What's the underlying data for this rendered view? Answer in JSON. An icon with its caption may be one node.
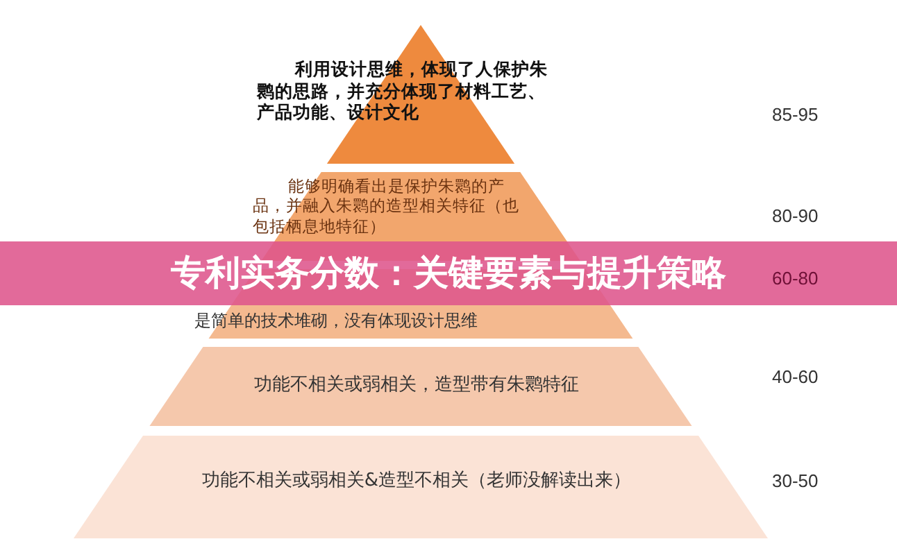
{
  "diagram": {
    "title": "专利实务分数：关键要素与提升策略",
    "nodes": [
      {
        "text": [
          "利用设计思维，体现了人保护朱鹮的思路，并充分体现了材料工艺、产品功能、设计文化"
        ]
      },
      {
        "text": [
          "能够明确看出是保护朱鹮的产品，并融入朱鹮的造型相关特征（也包括栖息地特征）"
        ]
      },
      {
        "text": [
          "是简单的技术堆砌，没有体现设计思维"
        ]
      },
      {
        "text": [
          "功能不相关或弱相关，造型带有朱鹮特征"
        ]
      },
      {
        "text": [
          "功能不相关或弱相关&造型不相关（老师没解读出来）"
        ]
      }
    ],
    "edges": [],
    "labels": [
      "85-95",
      "80-90",
      "60-80",
      "40-60",
      "30-50"
    ]
  }
}
